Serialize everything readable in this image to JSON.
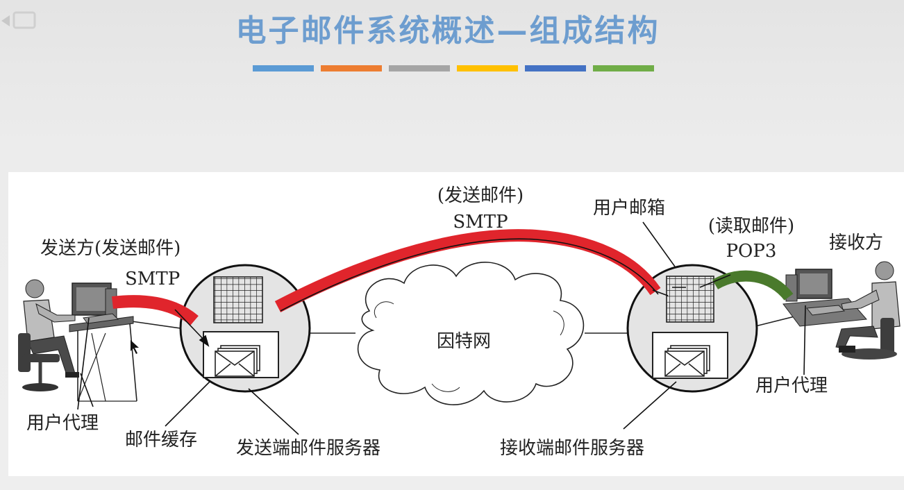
{
  "slide": {
    "title": "电子邮件系统概述—组成结构",
    "accent_bars": [
      "#5b9bd5",
      "#ed7d31",
      "#a5a5a5",
      "#ffc000",
      "#4472c4",
      "#70ad47"
    ]
  },
  "diagram": {
    "sender_label": "发送方(发送邮件)",
    "sender_protocol": "SMTP",
    "send_path_label": "(发送邮件)",
    "send_path_protocol": "SMTP",
    "mailbox_label": "用户邮箱",
    "read_path_label": "(读取邮件)",
    "read_path_protocol": "POP3",
    "receiver_label": "接收方",
    "internet_label": "因特网",
    "left_agent_label": "用户代理",
    "mail_cache_label": "邮件缓存",
    "sending_server_label": "发送端邮件服务器",
    "receiving_server_label": "接收端邮件服务器",
    "right_agent_label": "用户代理",
    "colors": {
      "smtp_path": "#e0252c",
      "pop3_path": "#4a7a2c"
    }
  }
}
